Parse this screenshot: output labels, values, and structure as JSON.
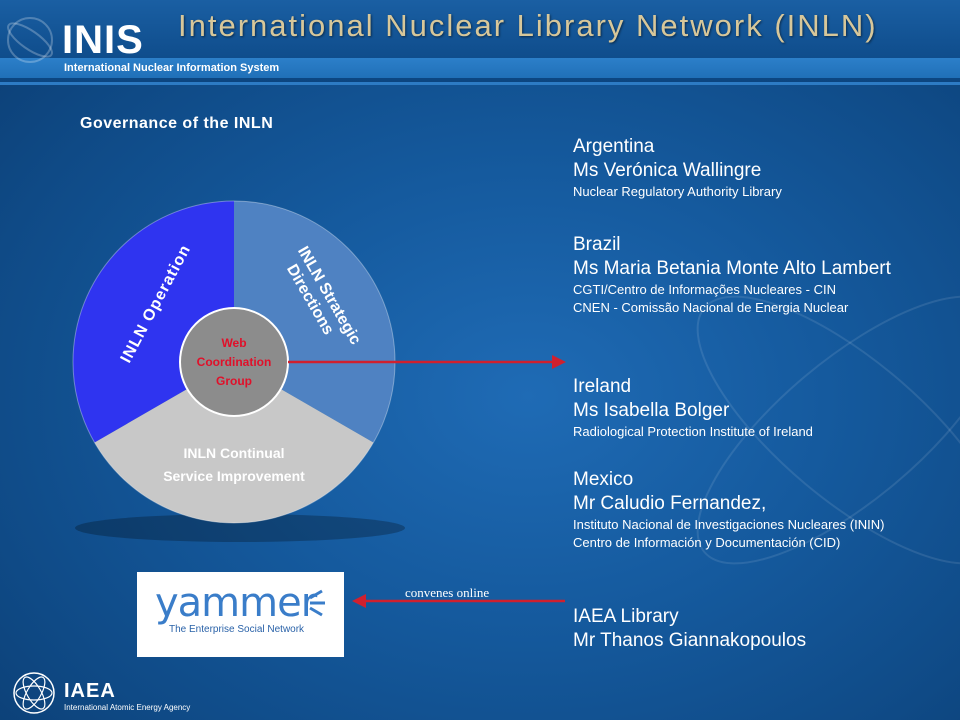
{
  "header": {
    "logo": "INIS",
    "logo_subtitle": "International Nuclear Information System",
    "title": "International Nuclear Library Network (INLN)"
  },
  "governance_title": "Governance of the INLN",
  "wheel": {
    "segments": [
      {
        "label": "INLN Operation",
        "color": "#2f34f0"
      },
      {
        "label_line1": "INLN Strategic",
        "label_line2": "Directions",
        "color": "#4f82c2"
      },
      {
        "label_line1": "INLN Continual",
        "label_line2": "Service Improvement",
        "color": "#c8c8c8"
      }
    ],
    "center": {
      "line1": "Web",
      "line2": "Coordination",
      "line3": "Group",
      "text_color": "#e0102a",
      "fill": "#8c8c8c"
    }
  },
  "members": [
    {
      "country": "Argentina",
      "person": "Ms Verónica Wallingre",
      "org": [
        "Nuclear Regulatory Authority Library"
      ]
    },
    {
      "country": "Brazil",
      "person": "Ms Maria Betania Monte Alto Lambert",
      "org": [
        "CGTI/Centro de Informações Nucleares - CIN",
        "CNEN - Comissão Nacional de Energia Nuclear"
      ]
    },
    {
      "country": "Ireland",
      "person": "Ms Isabella Bolger",
      "org": [
        "Radiological Protection Institute of Ireland"
      ]
    },
    {
      "country": "Mexico",
      "person": "Mr Caludio Fernandez,",
      "org": [
        "Instituto Nacional de Investigaciones Nucleares (ININ)",
        "Centro de Información y Documentación (CID)"
      ]
    },
    {
      "country": "IAEA Library",
      "person": "Mr Thanos Giannakopoulos",
      "org": []
    }
  ],
  "yammer": {
    "word": "yammer",
    "tagline": "The Enterprise Social Network",
    "color": "#3a7dc9"
  },
  "arrow_label": "convenes online",
  "arrow_color": "#d0202e",
  "footer": {
    "logo": "IAEA",
    "subtitle": "International Atomic Energy Agency"
  }
}
